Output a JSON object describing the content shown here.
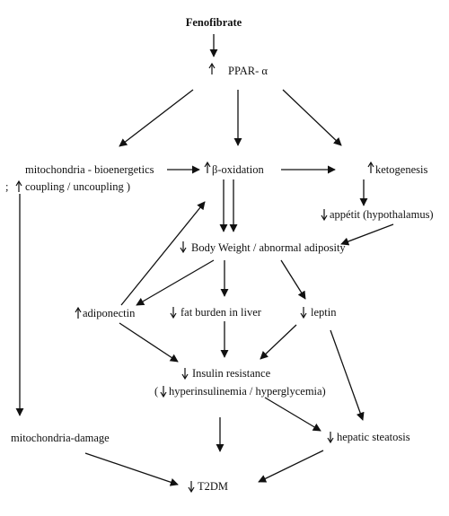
{
  "nodes": {
    "fenofibrate": "Fenofibrate",
    "ppar": "PPAR- α",
    "mito_bio_line1": "mitochondria - bioenergetics",
    "mito_bio_line2": "coupling / uncoupling )",
    "beta_ox": "β-oxidation",
    "ketogenesis": "ketogenesis",
    "appetite": "appétit (hypothalamus)",
    "body_weight": "Body Weight / abnormal adiposity",
    "adiponectin": "adiponectin",
    "fat_liver": "fat burden in liver",
    "leptin": "leptin",
    "insulin_line1": "Insulin resistance",
    "insulin_line2": "hyperinsulinemia / hyperglycemia)",
    "insulin_line2_prefix": "(",
    "mito_damage": "mitochondria-damage",
    "hepatic": "hepatic steatosis",
    "t2dm": "T2DM"
  },
  "symbols": {
    "up": "increase-arrow",
    "down": "decrease-arrow"
  }
}
